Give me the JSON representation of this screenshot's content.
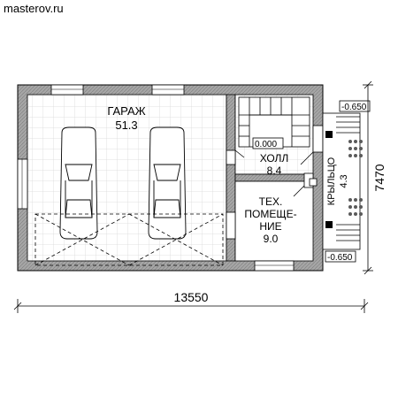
{
  "site": {
    "watermark": "masterov.ru"
  },
  "rooms": {
    "garage": {
      "name": "ГАРАЖ",
      "area": "51.3"
    },
    "hall": {
      "name": "ХОЛЛ",
      "area": "8.4"
    },
    "tech": {
      "name_line1": "ТЕХ.",
      "name_line2": "ПОМЕЩЕ-",
      "name_line3": "НИЕ",
      "area": "9.0"
    },
    "porch": {
      "name": "КРЫЛЬЦО",
      "area": "4.3"
    }
  },
  "levels": {
    "floor": "0.000",
    "porch_top": "-0.650",
    "porch_bottom": "-0.650"
  },
  "dimensions": {
    "width": "13550",
    "depth": "7470"
  },
  "colors": {
    "wall": "#9a9a9a",
    "line": "#000000",
    "tile": "#d9d9d9",
    "window": "#ffffff"
  }
}
